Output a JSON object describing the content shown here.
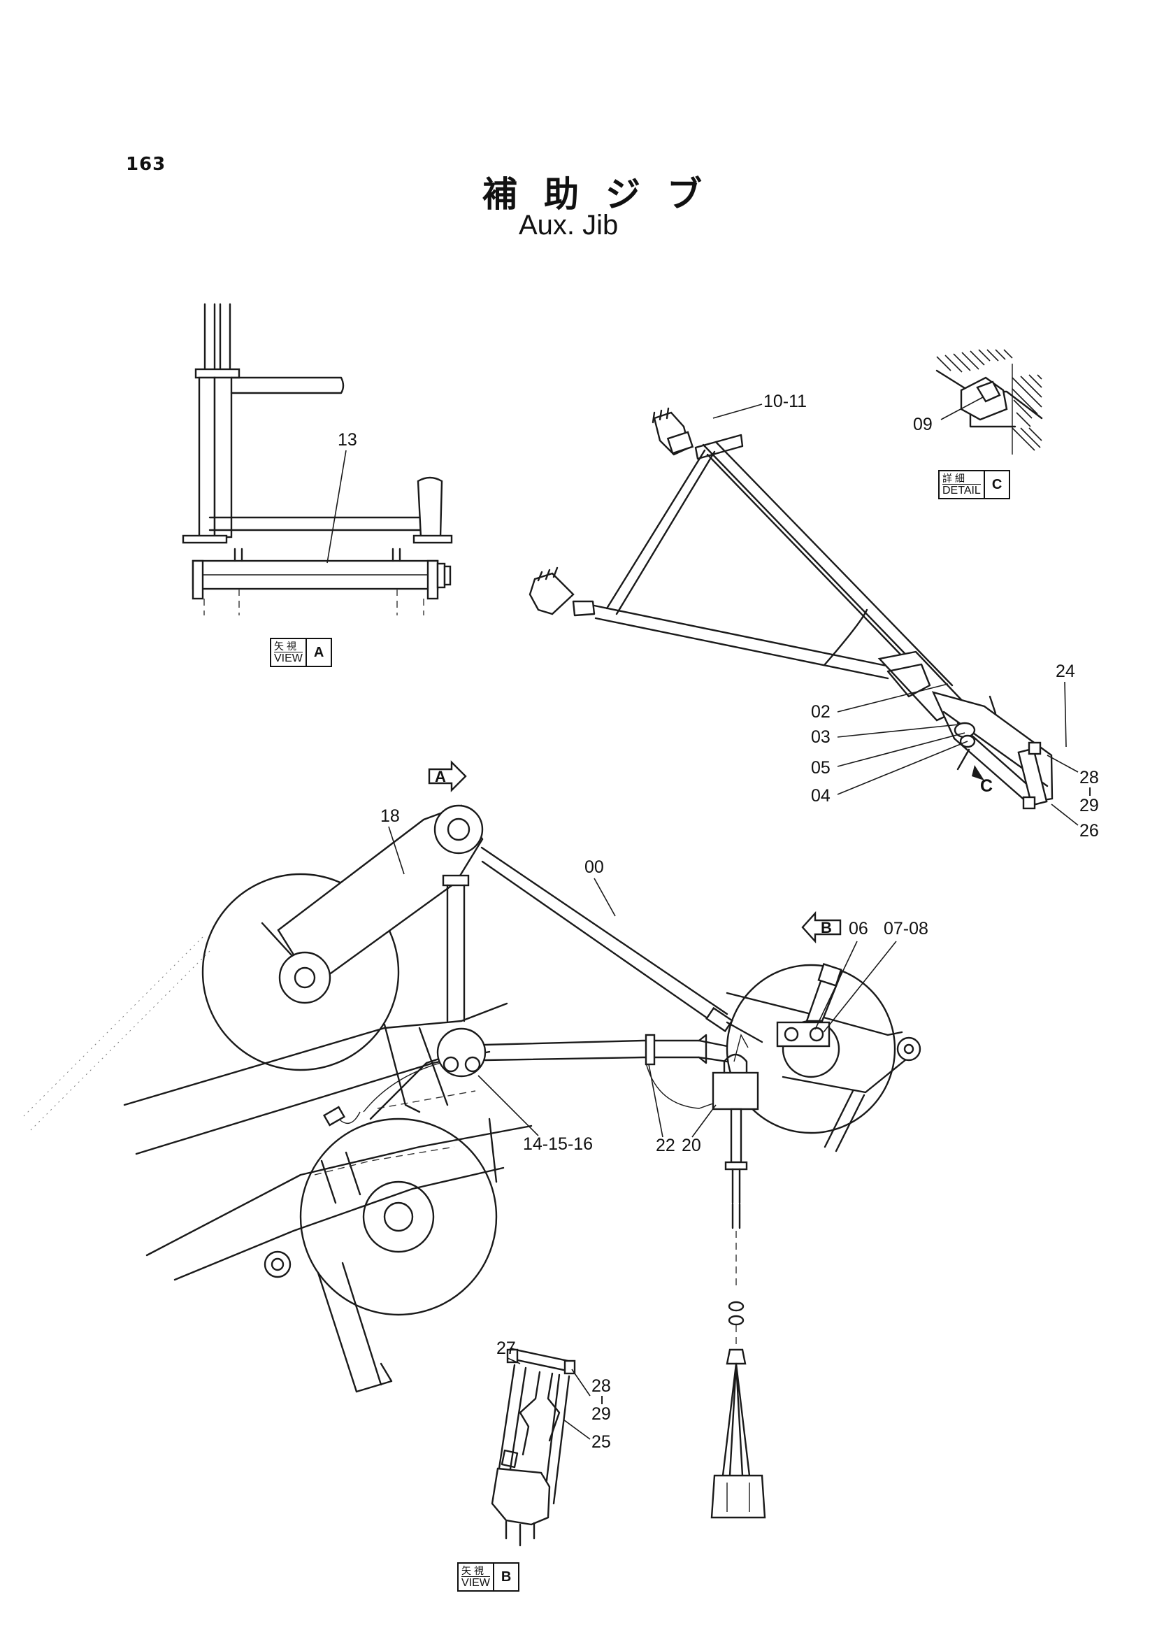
{
  "page_number": "163",
  "title_jp": "補助ジブ",
  "title_en": "Aux. Jib",
  "view_tags": {
    "view_a": {
      "jp": "矢視",
      "en": "VIEW",
      "letter": "A"
    },
    "view_b": {
      "jp": "矢視",
      "en": "VIEW",
      "letter": "B"
    },
    "detail_c": {
      "jp": "詳細",
      "en": "DETAIL",
      "letter": "C"
    }
  },
  "arrow_markers": {
    "a": "A",
    "b": "B",
    "c": "C"
  },
  "part_labels": {
    "p13": "13",
    "p10_11": "10-11",
    "p09": "09",
    "p24": "24",
    "p02": "02",
    "p03": "03",
    "p05": "05",
    "p04": "04",
    "p28a": "28",
    "p29a": "29",
    "p26": "26",
    "p18": "18",
    "p00": "00",
    "p06": "06",
    "p07_08": "07-08",
    "p14_15_16": "14-15-16",
    "p22": "22",
    "p20": "20",
    "p27": "27",
    "p28b": "28",
    "p29b": "29",
    "p25": "25"
  }
}
